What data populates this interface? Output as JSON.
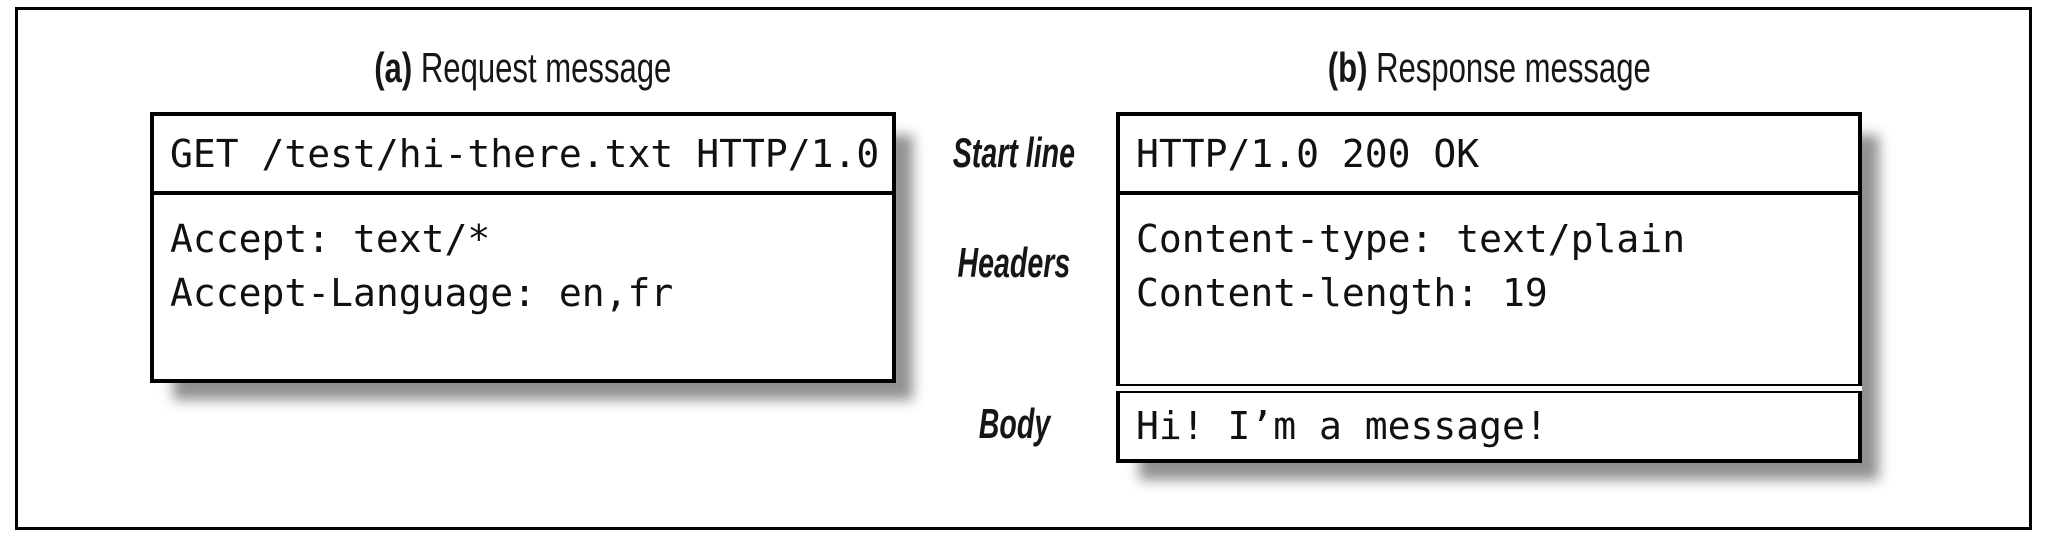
{
  "figure": {
    "panels": [
      {
        "label": "(a)",
        "title": "Request message",
        "start_line": "GET /test/hi-there.txt HTTP/1.0",
        "headers": [
          "Accept: text/*",
          "Accept-Language: en,fr"
        ]
      },
      {
        "label": "(b)",
        "title": "Response message",
        "start_line": "HTTP/1.0 200 OK",
        "headers": [
          "Content-type: text/plain",
          "Content-length: 19"
        ],
        "body": "Hi! I’m a message!"
      }
    ],
    "row_labels": [
      "Start line",
      "Headers",
      "Body"
    ],
    "colors": {
      "line": "#000000",
      "text": "#111111",
      "background": "#ffffff",
      "shadow": "#949494"
    }
  }
}
